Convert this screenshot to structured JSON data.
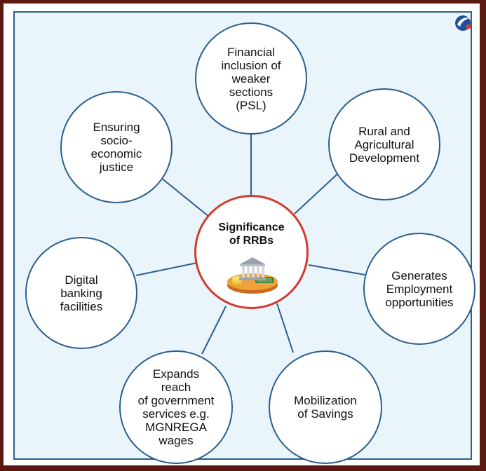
{
  "diagram": {
    "center": {
      "label": "Significance\nof RRBs"
    },
    "nodes": [
      {
        "id": "financial-inclusion",
        "label": "Financial\ninclusion of\nweaker\nsections\n(PSL)"
      },
      {
        "id": "rural-agri",
        "label": "Rural and\nAgricultural\nDevelopment"
      },
      {
        "id": "employment",
        "label": "Generates\nEmployment\nopportunities"
      },
      {
        "id": "savings",
        "label": "Mobilization\nof Savings"
      },
      {
        "id": "govt-services",
        "label": "Expands\nreach\nof government\nservices e.g.\nMGNREGA\nwages"
      },
      {
        "id": "digital-banking",
        "label": "Digital\nbanking\nfacilities"
      },
      {
        "id": "socio-economic",
        "label": "Ensuring\nsocio-\neconomic\njustice"
      }
    ],
    "colors": {
      "frame": "#5a1a12",
      "inner_border": "#2b5f8f",
      "inner_bg": "#eaf4fb",
      "node_border": "#2b5f8f",
      "center_border": "#d23b2e"
    },
    "icons": {
      "center_art": "bank-building-icon",
      "brand_logo": "brand-logo-icon"
    }
  }
}
